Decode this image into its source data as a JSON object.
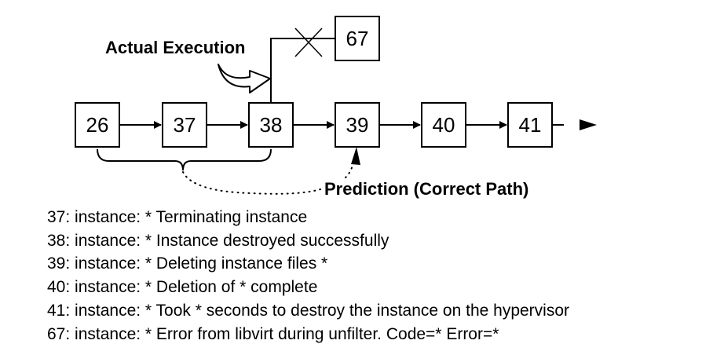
{
  "diagram": {
    "actual_label": "Actual Execution",
    "prediction_label": "Prediction (Correct Path)",
    "nodes": {
      "n26": "26",
      "n37": "37",
      "n38": "38",
      "n39": "39",
      "n40": "40",
      "n41": "41",
      "n67": "67"
    }
  },
  "legend": [
    "37: instance: * Terminating instance",
    "38: instance: * Instance destroyed successfully",
    "39: instance: * Deleting instance files *",
    "40: instance: * Deletion of * complete",
    "41: instance: * Took * seconds to destroy the instance on the hypervisor",
    "67: instance: * Error from libvirt during unfilter. Code=* Error=*"
  ]
}
